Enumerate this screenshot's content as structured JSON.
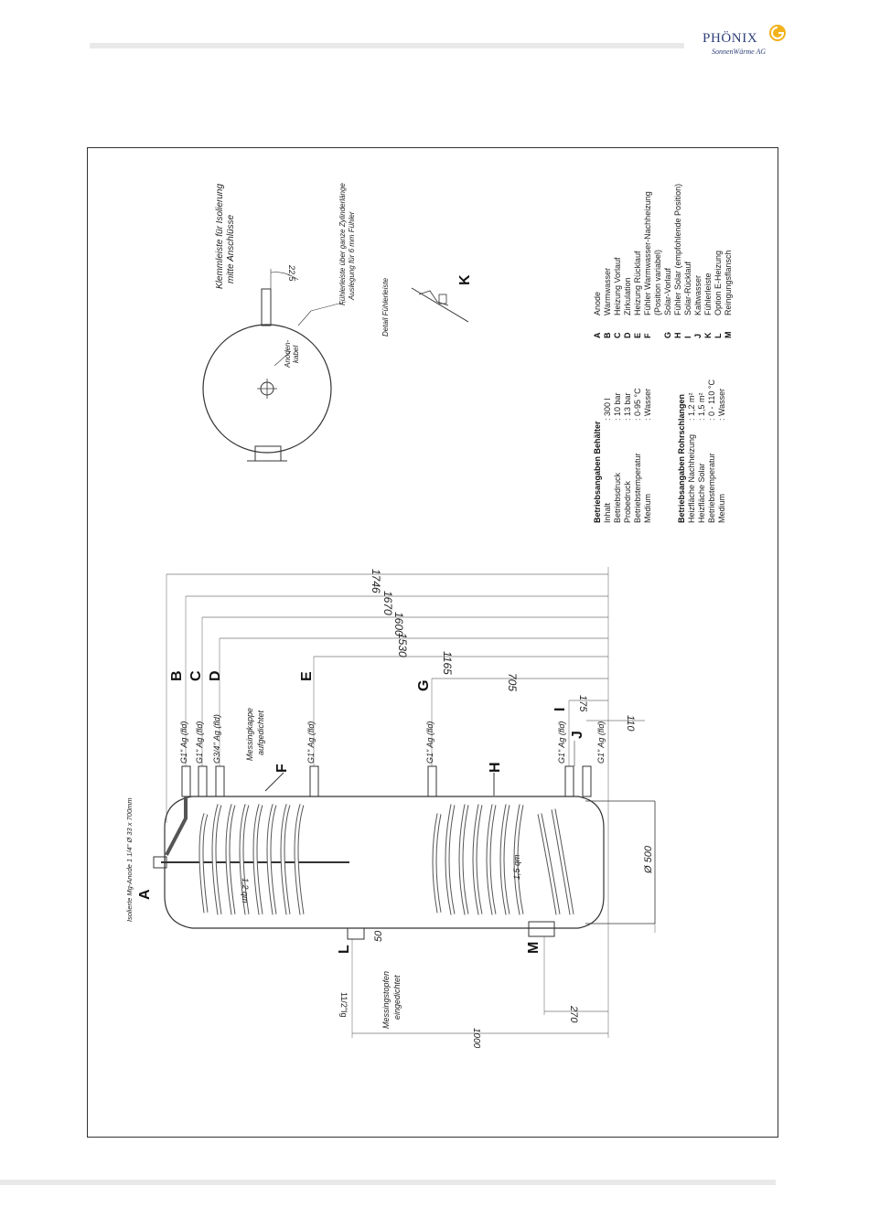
{
  "logo": {
    "name": "PHÖNIX",
    "sub": "SonnenWärme AG"
  },
  "top_view": {
    "klemmleiste": [
      "Klemmleiste für Isolierung",
      "mitte Anschlüsse"
    ],
    "angle": "22,5",
    "fuehlerleiste": [
      "Fühlerleiste über ganze Zylinderlänge",
      "Auslegung für 6 mm Fühler"
    ],
    "anoden": [
      "Anoden-",
      "kabel"
    ],
    "detail": "Detail Fühlerleiste",
    "detail_letter": "K"
  },
  "specs": {
    "behaelter_title": "Betriebsangaben Behälter",
    "behaelter": [
      {
        "label": "Inhalt",
        "value": ": 300 l"
      },
      {
        "label": "Betriebsdruck",
        "value": ": 10 bar"
      },
      {
        "label": "Probedruck",
        "value": ": 13 bar"
      },
      {
        "label": "Betriebstemperatur",
        "value": ": 0-95 °C"
      },
      {
        "label": "Medium",
        "value": ": Wasser"
      }
    ],
    "rohr_title": "Betriebsangaben Rohrschlangen",
    "rohr": [
      {
        "label": "Heizfläche Nachheizung",
        "value": ": 1,2 m²"
      },
      {
        "label": "Heizfläche Solar",
        "value": ": 1,5 m²"
      },
      {
        "label": "Betriebstemperatur",
        "value": ": 0 - 110 °C"
      },
      {
        "label": "Medium",
        "value": ": Wasser"
      }
    ]
  },
  "legend": [
    {
      "key": "A",
      "text": "Anode"
    },
    {
      "key": "B",
      "text": "Warmwasser"
    },
    {
      "key": "C",
      "text": "Heizung Vorlauf"
    },
    {
      "key": "D",
      "text": "Zirkulation"
    },
    {
      "key": "E",
      "text": "Heizung Rücklauf"
    },
    {
      "key": "F",
      "text": "Fühler Warmwasser-Nachheizung"
    },
    {
      "key": "",
      "text": "(Position variabel)"
    },
    {
      "key": "G",
      "text": "Solar-Vorlauf"
    },
    {
      "key": "H",
      "text": "Fühler Solar (empfohlende Position)"
    },
    {
      "key": "I",
      "text": "Solar-Rücklauf"
    },
    {
      "key": "J",
      "text": "Kaltwasser"
    },
    {
      "key": "K",
      "text": "Fühlerleiste"
    },
    {
      "key": "L",
      "text": "Option E-Heizung"
    },
    {
      "key": "M",
      "text": "Reingungsflansch"
    }
  ],
  "dims": {
    "d1746": "1746",
    "d1670": "1670",
    "d1600": "1600",
    "d1530": "1530",
    "d1165": "1165",
    "d705": "705",
    "d175": "175",
    "d110": "110",
    "d1000": "1000",
    "d270": "270",
    "d500": "Ø 500",
    "d50": "50"
  },
  "side_view": {
    "anode_note": "Isolierte Mg-Anode 1 1/4\" Ø 33 x 700mm",
    "conn_B": "G1\" Ag (fld)",
    "conn_C": "G1\" Ag (fld)",
    "conn_D": "G3/4\" Ag (fld)",
    "conn_E": "G1\" Ag (fld)",
    "conn_G": "G1\" Ag (fld)",
    "conn_I": "G1\" Ag (fld)",
    "conn_J": "G1\" Ag (fld)",
    "messingkappe": [
      "Messingkappe",
      "aufgedichtet"
    ],
    "messingstopfen": [
      "Messingstopfen",
      "eingedichtet"
    ],
    "l_thread": "11/2\"Ig",
    "coil_upper": "1,2 qm",
    "coil_lower": "1,5 qm",
    "letters": {
      "A": "A",
      "B": "B",
      "C": "C",
      "D": "D",
      "E": "E",
      "F": "F",
      "G": "G",
      "H": "H",
      "I": "I",
      "J": "J",
      "L": "L",
      "M": "M"
    }
  }
}
